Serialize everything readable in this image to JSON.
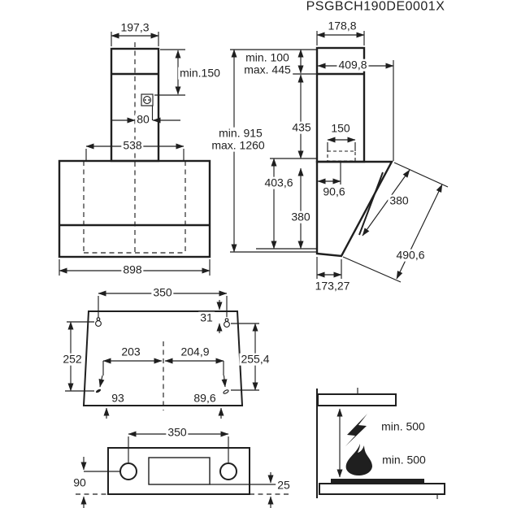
{
  "title": "PSGBCH190DE0001X",
  "colors": {
    "line": "#1f1f1f",
    "background": "#ffffff"
  },
  "front_view": {
    "chimney_width": "197,3",
    "socket_height": "min.150",
    "socket_offset": "80",
    "bracket_width": "538",
    "hood_width": "898"
  },
  "side_view": {
    "chimney_depth": "178,8",
    "telescopic_min": "min. 100",
    "telescopic_max": "max. 445",
    "top_depth": "409,8",
    "chimney_height": "435",
    "height_min": "min. 915",
    "height_max": "max. 1260",
    "duct_width": "150",
    "front_gap": "90,6",
    "body_height": "403,6",
    "lower_height": "380",
    "panel_length": "380",
    "glass_length": "490,6",
    "bottom_depth": "173,27"
  },
  "template_view": {
    "top_hole_spacing": "350",
    "top_hole_offset": "31",
    "left_hole_height": "252",
    "right_hole_height": "255,4",
    "left_hole_center": "203",
    "right_hole_center": "204,9",
    "left_bottom_offset": "93",
    "right_bottom_offset": "89,6"
  },
  "bottom_view": {
    "hole_spacing": "350",
    "left_edge_offset": "90",
    "right_edge_offset": "25"
  },
  "clearance_view": {
    "electric_hob_clearance": "min. 500",
    "gas_hob_clearance": "min. 500"
  },
  "icons": {
    "socket": "power-socket-icon",
    "electric": "lightning-bolt-icon",
    "gas": "flame-icon",
    "keyhole": "keyhole-slot-icon"
  }
}
